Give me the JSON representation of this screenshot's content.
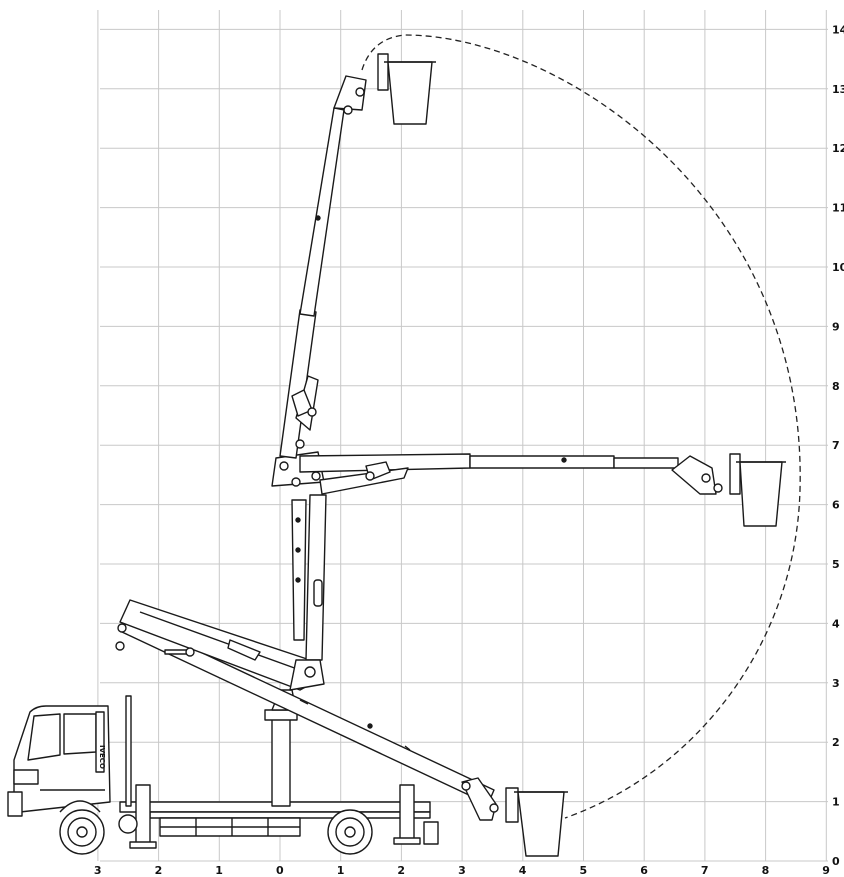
{
  "x_axis": {
    "labels": [
      "3",
      "2",
      "1",
      "0",
      "1",
      "2",
      "3",
      "4",
      "5",
      "6",
      "7",
      "8",
      "9"
    ],
    "values": [
      -3,
      -2,
      -1,
      0,
      1,
      2,
      3,
      4,
      5,
      6,
      7,
      8,
      9
    ]
  },
  "y_axis": {
    "labels": [
      "0",
      "1",
      "2",
      "3",
      "4",
      "5",
      "6",
      "7",
      "8",
      "9",
      "10",
      "11",
      "12",
      "13",
      "14"
    ],
    "values": [
      0,
      1,
      2,
      3,
      4,
      5,
      6,
      7,
      8,
      9,
      10,
      11,
      12,
      13,
      14
    ]
  },
  "truck_badge": "IVECO",
  "colors": {
    "grid": "#c8c8c8",
    "line": "#1a1a1a",
    "envelope": "#222222",
    "background": "#ffffff"
  }
}
